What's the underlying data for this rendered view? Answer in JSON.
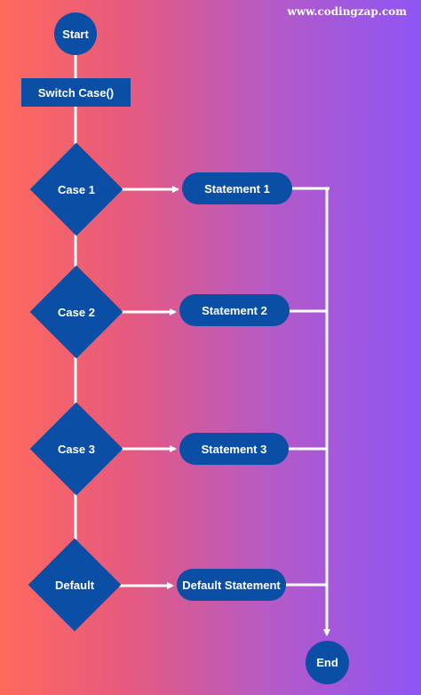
{
  "watermark": "www.codingzap.com",
  "nodes": {
    "start": "Start",
    "switch": "Switch Case()",
    "end": "End"
  },
  "cases": [
    {
      "label": "Case 1",
      "statement": "Statement 1"
    },
    {
      "label": "Case 2",
      "statement": "Statement 2"
    },
    {
      "label": "Case 3",
      "statement": "Statement 3"
    },
    {
      "label": "Default",
      "statement": "Default Statement"
    }
  ],
  "colors": {
    "node_fill": "#0b4ea6",
    "connector": "#ffffff",
    "gradient_left": "#ff6a5c",
    "gradient_right": "#8e55f4"
  }
}
